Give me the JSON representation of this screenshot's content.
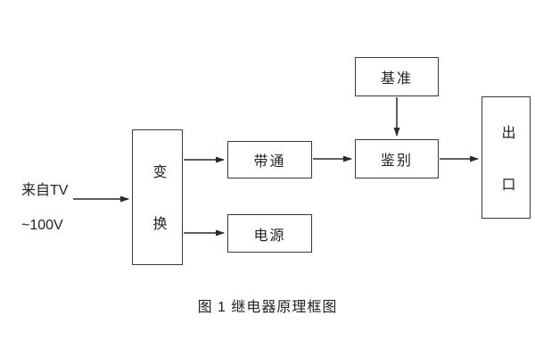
{
  "diagram": {
    "source": {
      "line1": "来自TV",
      "line2": "~100V"
    },
    "blocks": {
      "transform": {
        "label": "变换"
      },
      "bandpass": {
        "label": "带通"
      },
      "power": {
        "label": "电源"
      },
      "reference": {
        "label": "基准"
      },
      "discriminator": {
        "label": "鉴别"
      },
      "output": {
        "label": "出口"
      }
    },
    "caption": "图 1  继电器原理框图",
    "connections": [
      {
        "from": "source",
        "to": "transform"
      },
      {
        "from": "transform",
        "to": "bandpass"
      },
      {
        "from": "transform",
        "to": "power"
      },
      {
        "from": "bandpass",
        "to": "discriminator"
      },
      {
        "from": "reference",
        "to": "discriminator"
      },
      {
        "from": "discriminator",
        "to": "output"
      }
    ],
    "colors": {
      "line": "#2a2a2a",
      "background": "#ffffff"
    }
  }
}
